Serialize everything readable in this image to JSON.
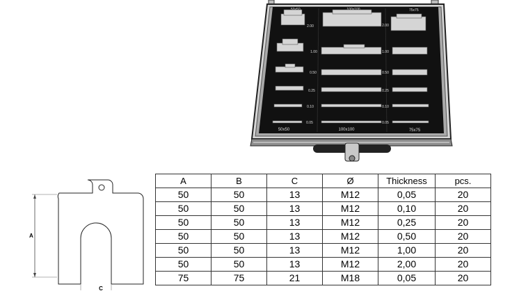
{
  "case_photo": {
    "top_labels": [
      "50x50",
      "100x100",
      "75x75"
    ],
    "bottom_labels": [
      "50x50",
      "100x100",
      "75x75"
    ],
    "thickness_labels": [
      "2.00",
      "1.00",
      "0.50",
      "0.25",
      "0.10",
      "0.05"
    ],
    "colors": {
      "frame": "#cfcfcf",
      "foam": "#111111",
      "metal": "#d8d8d8"
    }
  },
  "drawing": {
    "label_a": "A",
    "label_c": "C"
  },
  "table": {
    "headers": [
      "A",
      "B",
      "C",
      "Ø",
      "Thickness",
      "pcs."
    ],
    "rows": [
      [
        "50",
        "50",
        "13",
        "M12",
        "0,05",
        "20"
      ],
      [
        "50",
        "50",
        "13",
        "M12",
        "0,10",
        "20"
      ],
      [
        "50",
        "50",
        "13",
        "M12",
        "0,25",
        "20"
      ],
      [
        "50",
        "50",
        "13",
        "M12",
        "0,50",
        "20"
      ],
      [
        "50",
        "50",
        "13",
        "M12",
        "1,00",
        "20"
      ],
      [
        "50",
        "50",
        "13",
        "M12",
        "2,00",
        "20"
      ],
      [
        "75",
        "75",
        "21",
        "M18",
        "0,05",
        "20"
      ]
    ]
  }
}
